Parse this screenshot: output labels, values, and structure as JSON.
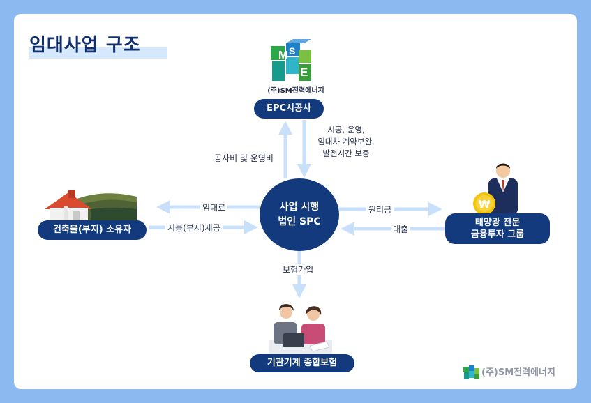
{
  "title": "임대사업 구조",
  "center": {
    "line1": "사업 시행",
    "line2": "법인 SPC"
  },
  "nodes": {
    "epc": "EPC시공사",
    "owner": "건축물(부지) 소유자",
    "finance_line1": "태양광 전문",
    "finance_line2": "금융투자 그룹",
    "insurance": "기관기계 종합보험"
  },
  "logo_caption": "(주)SM전력에너지",
  "edges": {
    "to_epc": "공사비 및 운영비",
    "from_epc": [
      "시공, 운영,",
      "임대차 계약보완,",
      "발전시간 보증"
    ],
    "rent": "임대료",
    "land_supply": "지붕(부지)제공",
    "principal_interest": "원리금",
    "loan": "대출",
    "insurance_join": "보험가입"
  },
  "brand": "(주)SM전력에너지",
  "colors": {
    "frame": "#8cb9ef",
    "navy": "#133a7c",
    "arrow": "#c9e0fa",
    "title_highlight": "#d6e8fb"
  }
}
